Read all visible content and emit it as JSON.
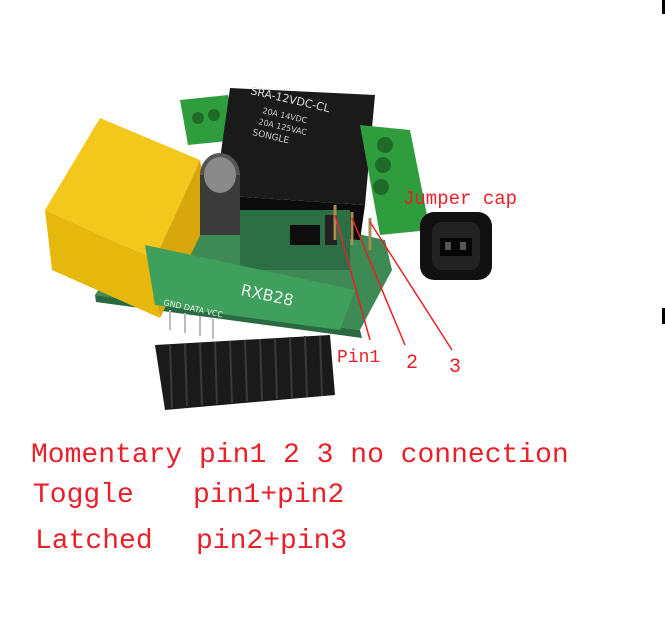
{
  "labels": {
    "jumper_cap": "Jumper cap",
    "pin1": "Pin1",
    "pin2": "2",
    "pin3": "3"
  },
  "relay_text": {
    "model": "SRA-12VDC-CL",
    "rating1": "20A 14VDC",
    "rating2": "20A 125VAC",
    "brand": "SONGLE"
  },
  "receiver_text": {
    "model": "RXB28",
    "pins": "GND DATA VCC"
  },
  "modes": [
    {
      "name": "Momentary",
      "setting": "pin1 2 3 no connection"
    },
    {
      "name": "Toggle",
      "setting": "pin1+pin2"
    },
    {
      "name": "Latched",
      "setting": "pin2+pin3"
    }
  ],
  "colors": {
    "annotation": "#e8202a",
    "terminal_green": "#2e9a3c",
    "capacitor_yellow": "#f2c51c",
    "pcb_green": "#3f8e57"
  }
}
